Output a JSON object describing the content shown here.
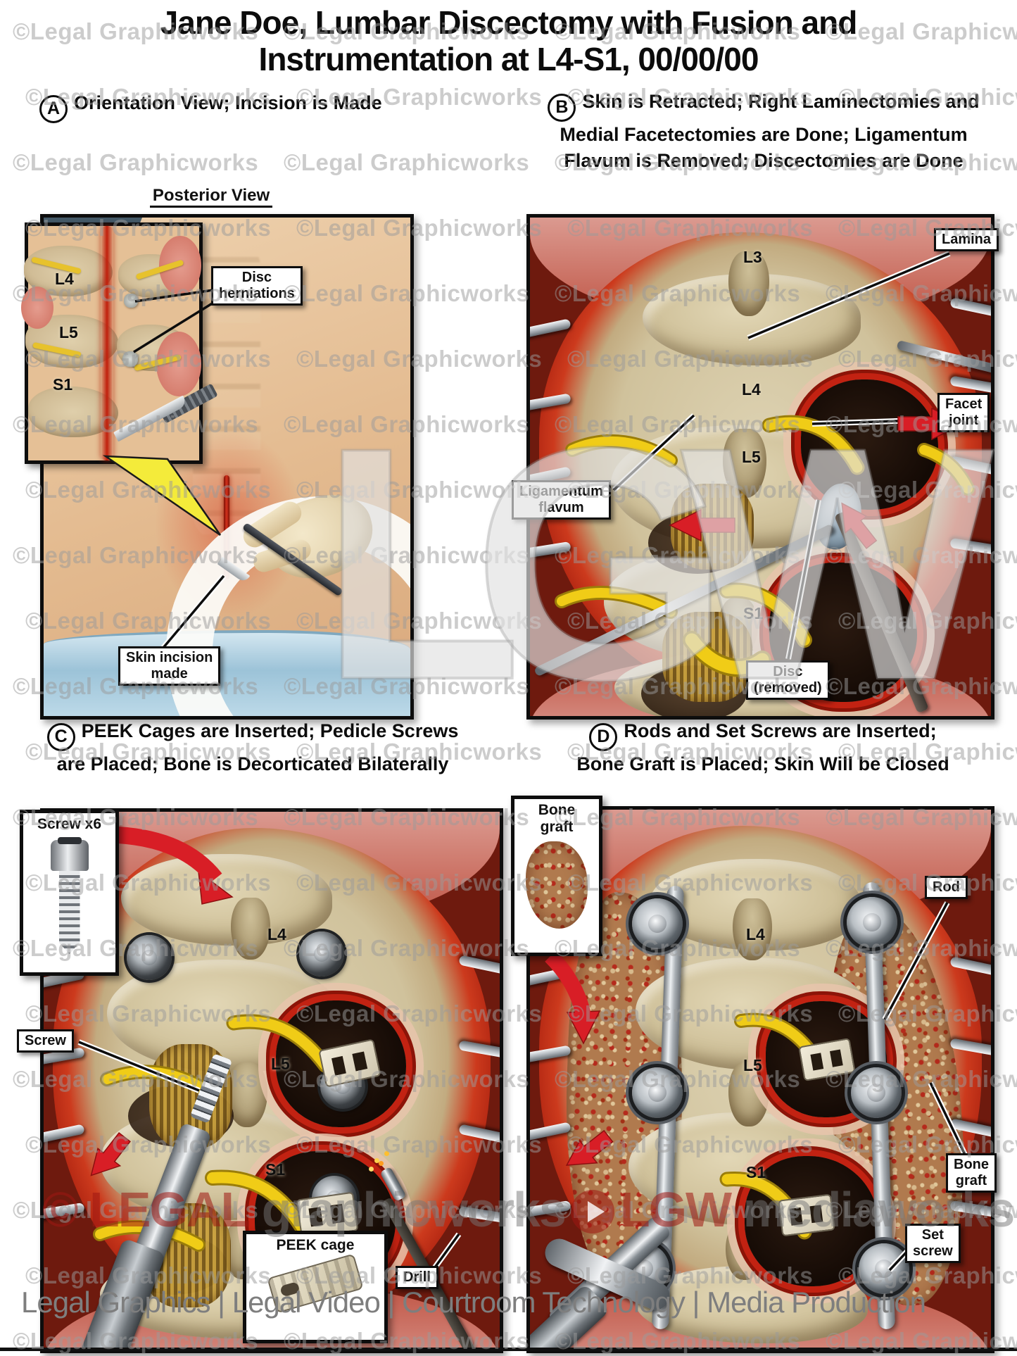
{
  "title": {
    "line1": "Jane Doe, Lumbar Discectomy with Fusion and",
    "line2": "Instrumentation at L4-S1, 00/00/00"
  },
  "panel_a": {
    "letter": "A",
    "header": "Orientation View; Incision is Made",
    "view_label": "Posterior View",
    "vertebrae": {
      "l4": "L4",
      "l5": "L5",
      "s1": "S1"
    },
    "callouts": {
      "disc_herniations": "Disc\nherniations",
      "skin_incision": "Skin incision\nmade"
    }
  },
  "panel_b": {
    "letter": "B",
    "header": {
      "line1": "Skin is Retracted; Right Laminectomies and",
      "line2": "Medial Facetectomies are Done; Ligamentum",
      "line3": "Flavum is Removed; Discectomies are Done"
    },
    "vertebrae": {
      "l3": "L3",
      "l4": "L4",
      "l5": "L5",
      "s1": "S1"
    },
    "callouts": {
      "lamina": "Lamina",
      "facet_joint": "Facet\njoint",
      "ligamentum_flavum": "Ligamentum\nflavum",
      "disc_removed": "Disc\n(removed)"
    }
  },
  "panel_c": {
    "letter": "C",
    "header": {
      "line1": "PEEK Cages are Inserted; Pedicle Screws",
      "line2": "are Placed; Bone is Decorticated Bilaterally"
    },
    "vertebrae": {
      "l4": "L4",
      "l5": "L5",
      "s1": "S1"
    },
    "callouts": {
      "screw_x6": "Screw x6",
      "screw": "Screw",
      "peek_cage": "PEEK cage",
      "drill": "Drill"
    }
  },
  "panel_d": {
    "letter": "D",
    "header": {
      "line1": "Rods and Set Screws are Inserted;",
      "line2": "Bone Graft is Placed; Skin Will be Closed"
    },
    "vertebrae": {
      "l4": "L4",
      "l5": "L5",
      "s1": "S1"
    },
    "callouts": {
      "bone_graft_inset": "Bone\ngraft",
      "rod": "Rod",
      "bone_graft": "Bone\ngraft",
      "set_screw": "Set\nscrew"
    }
  },
  "watermark": {
    "copyright": "©Legal Graphicworks",
    "lgw_large": "LGW",
    "red_line": {
      "legal": "© LEGAL",
      "graphicworks": "graphicworks",
      "lgw": "LGW",
      "mediaworks": "mediaworks"
    }
  },
  "footer": "Legal Graphics | Legal Video | Courtroom Technology | Media Production",
  "colors": {
    "accent_red": "#d81e26",
    "nerve_yellow": "#f0cc17",
    "bone_tan": "#d5c9a6",
    "wound_red": "#a81f0e"
  }
}
